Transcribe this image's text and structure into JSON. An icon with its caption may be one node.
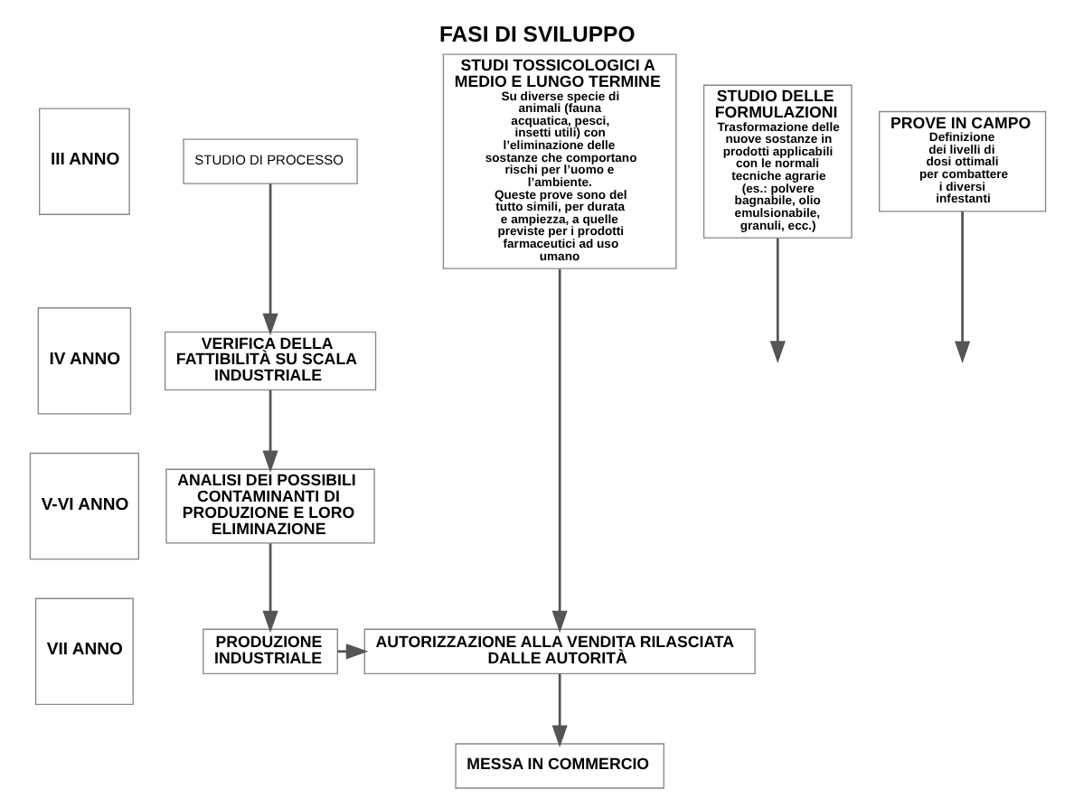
{
  "diagram": {
    "title": "FASI DI SVILUPPO",
    "nodes": [
      {
        "text": [
          "III ANNO"
        ]
      },
      {
        "text": [
          "IV ANNO"
        ]
      },
      {
        "text": [
          "V-VI ANNO"
        ]
      },
      {
        "text": [
          "VII ANNO"
        ]
      },
      {
        "text": [
          "STUDIO DI PROCESSO"
        ]
      },
      {
        "text": [
          "STUDIO DELLE FORMULAZIONI",
          "Trasformazione delle nuove sostanze in prodotti applicabili con le normali tecniche agrarie (es.: polvere bagnabile, olio emulsionabile, granuli, ecc.)"
        ]
      },
      {
        "text": [
          "STUDI TOSSICOLOGICI A MEDIO E LUNGO TERMINE",
          "Su diverse specie di animali (fauna acquatica, pesci, insetti utili) con l’eliminazione delle sostanze che comportano rischi per l’uomo e l’ambiente.",
          "Queste prove sono del tutto simili, per durata e ampiezza, a quelle previste per i prodotti farmaceutici ad uso umano"
        ]
      },
      {
        "text": [
          "PROVE IN CAMPO",
          "Definizione dei livelli di dosi ottimali per combattere i diversi infestanti"
        ]
      },
      {
        "text": [
          "VERIFICA DELLA FATTIBILITÀ SU SCALA INDUSTRIALE"
        ]
      },
      {
        "text": [
          "ANALISI DEI POSSIBILI CONTAMINANTI DI PRODUZIONE E LORO ELIMINAZIONE"
        ]
      },
      {
        "text": [
          "PRODUZIONE INDUSTRIALE"
        ]
      },
      {
        "text": [
          "AUTORIZZAZIONE ALLA VENDITA RILASCIATA DALLE AUTORITÀ"
        ]
      },
      {
        "text": [
          "MESSA IN COMMERCIO"
        ]
      }
    ],
    "edges": [
      {
        "from": 4,
        "to": 8,
        "arrow": "to"
      },
      {
        "from": 8,
        "to": 9,
        "arrow": "to"
      },
      {
        "from": 9,
        "to": 10,
        "arrow": "to"
      },
      {
        "from": 5,
        "to": null,
        "arrow": "to"
      },
      {
        "from": 7,
        "to": null,
        "arrow": "to"
      },
      {
        "from": 10,
        "to": 11,
        "arrow": "to"
      },
      {
        "from": 6,
        "to": 11,
        "arrow": "to"
      },
      {
        "from": 11,
        "to": 12,
        "arrow": "to"
      }
    ]
  }
}
